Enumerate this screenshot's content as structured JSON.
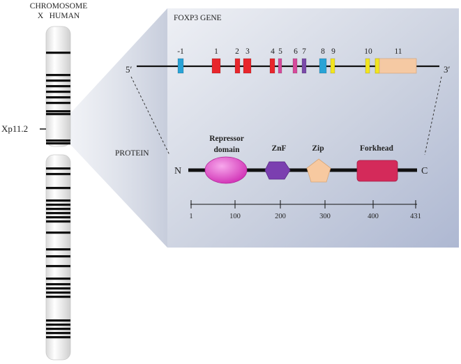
{
  "chromosome": {
    "title_line1": "CHROMOSOME",
    "title_line2": "X   HUMAN",
    "band_label": "Xp11.2"
  },
  "gene": {
    "title": "FOXP3 GENE",
    "end_5": "5′",
    "end_3": "3′",
    "exons": [
      {
        "label": "-1",
        "color": "#29a3d6"
      },
      {
        "label": "1",
        "color": "#e8262c"
      },
      {
        "label": "2",
        "color": "#e8262c"
      },
      {
        "label": "3",
        "color": "#e8262c"
      },
      {
        "label": "4",
        "color": "#e8262c"
      },
      {
        "label": "5",
        "color": "#d6499b"
      },
      {
        "label": "6",
        "color": "#d6499b"
      },
      {
        "label": "7",
        "color": "#7a4aa8"
      },
      {
        "label": "8",
        "color": "#29a3d6"
      },
      {
        "label": "9",
        "color": "#f2e51f"
      },
      {
        "label": "10",
        "color": "#f2e51f"
      },
      {
        "label": "11",
        "color": "#f5c9a3"
      }
    ]
  },
  "protein": {
    "title": "PROTEIN",
    "n_label": "N",
    "c_label": "C",
    "domains": [
      {
        "label_line1": "Repressor",
        "label_line2": "domain",
        "color": "#e040c0"
      },
      {
        "label_line1": "ZnF",
        "label_line2": "",
        "color": "#7b3fb0"
      },
      {
        "label_line1": "Zip",
        "label_line2": "",
        "color": "#f7c9a0"
      },
      {
        "label_line1": "Forkhead",
        "label_line2": "",
        "color": "#d42a5a"
      }
    ],
    "scale_ticks": [
      "1",
      "100",
      "200",
      "300",
      "400",
      "431"
    ]
  },
  "colors": {
    "panel_light": "#f0f2f7",
    "panel_dark": "#b4bdd4"
  }
}
